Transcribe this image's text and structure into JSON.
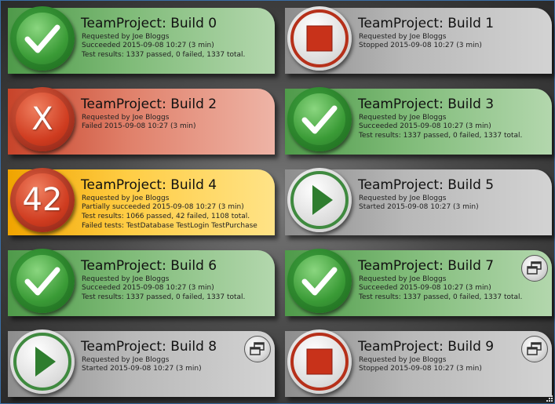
{
  "builds": [
    {
      "title": "TeamProject: Build 0",
      "status": "success",
      "lines": [
        "Requested by Joe Bloggs",
        "Succeeded 2015-09-08 10:27 (3 min)",
        "Test results: 1337 passed, 0 failed, 1337 total."
      ]
    },
    {
      "title": "TeamProject: Build 1",
      "status": "stopped",
      "lines": [
        "Requested by Joe Bloggs",
        "Stopped 2015-09-08 10:27 (3 min)"
      ]
    },
    {
      "title": "TeamProject: Build 2",
      "status": "failure",
      "badge_text": "X",
      "lines": [
        "Requested by Joe Bloggs",
        "Failed 2015-09-08 10:27 (3 min)"
      ]
    },
    {
      "title": "TeamProject: Build 3",
      "status": "success",
      "lines": [
        "Requested by Joe Bloggs",
        "Succeeded 2015-09-08 10:27 (3 min)",
        "Test results: 1337 passed, 0 failed, 1337 total."
      ]
    },
    {
      "title": "TeamProject: Build 4",
      "status": "partial",
      "badge_text": "42",
      "lines": [
        "Requested by Joe Bloggs",
        "Partially succeeded 2015-09-08 10:27 (3 min)",
        "Test results: 1066 passed, 42 failed, 1108 total.",
        "Failed tests: TestDatabase TestLogin TestPurchase"
      ]
    },
    {
      "title": "TeamProject: Build 5",
      "status": "started",
      "lines": [
        "Requested by Joe Bloggs",
        "Started 2015-09-08 10:27 (3 min)"
      ]
    },
    {
      "title": "TeamProject: Build 6",
      "status": "success",
      "lines": [
        "Requested by Joe Bloggs",
        "Succeeded 2015-09-08 10:27 (3 min)",
        "Test results: 1337 passed, 0 failed, 1337 total."
      ]
    },
    {
      "title": "TeamProject: Build 7",
      "status": "success",
      "lines": [
        "Requested by Joe Bloggs",
        "Succeeded 2015-09-08 10:27 (3 min)",
        "Test results: 1337 passed, 0 failed, 1337 total."
      ]
    },
    {
      "title": "TeamProject: Build 8",
      "status": "started",
      "lines": [
        "Requested by Joe Bloggs",
        "Started 2015-09-08 10:27 (3 min)"
      ]
    },
    {
      "title": "TeamProject: Build 9",
      "status": "stopped",
      "lines": [
        "Requested by Joe Bloggs",
        "Stopped 2015-09-08 10:27 (3 min)"
      ]
    }
  ],
  "icons": {
    "success": "checkmark-icon",
    "failure": "x-icon",
    "stopped": "stop-icon",
    "started": "play-icon",
    "window_button": "windows-icon"
  },
  "colors": {
    "success": "#5aa454",
    "failure": "#d0472b",
    "partial": "#ffc21a",
    "neutral": "#b0b0b0"
  }
}
